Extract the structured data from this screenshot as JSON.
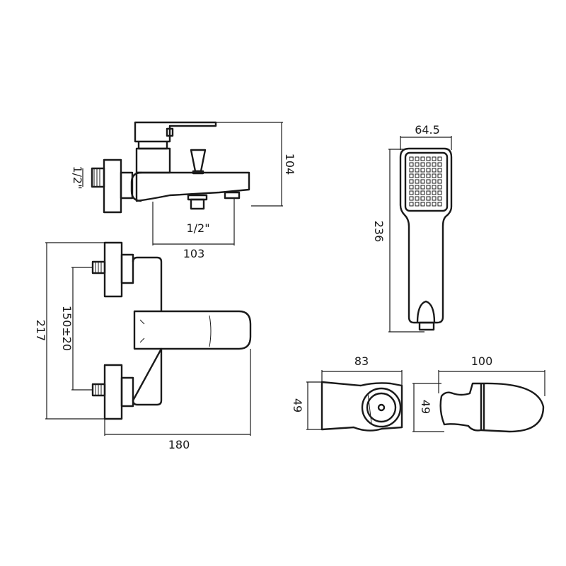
{
  "dimensions": {
    "top_height": "104",
    "thread_side": "1/2\"",
    "thread_bottom": "1/2\"",
    "spout_reach": "103",
    "overall_height": "217",
    "centres": "150±20",
    "overall_width": "180",
    "handset_width": "64.5",
    "handset_length": "236",
    "holder_length": "83",
    "holder_height": "49",
    "bracket_height": "49",
    "bracket_length": "100"
  }
}
